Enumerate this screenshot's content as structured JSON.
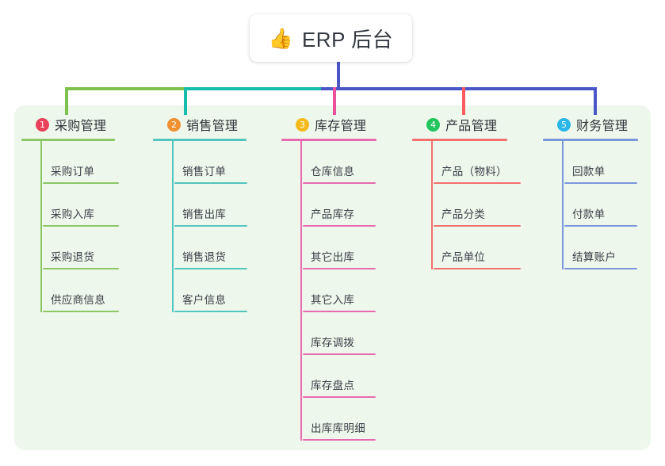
{
  "diagram": {
    "type": "org-tree",
    "root": {
      "icon": "thumbs-up-emoji",
      "icon_glyph": "👍",
      "title": "ERP 后台"
    },
    "panel_background": "#eef7ec",
    "connector_colors": {
      "stem": "#4a56c8",
      "bar_left": "#7fc14d",
      "bar_middle": "#16bcac",
      "bar_right": "#4a56c8",
      "drop_1": "#7fc14d",
      "drop_2": "#16bcac",
      "drop_3": "#ea519d",
      "drop_4": "#fa5a60",
      "drop_5": "#4a56c8"
    },
    "columns": [
      {
        "number": "1",
        "badge_color": "#e8425a",
        "line_color": "#8cc665",
        "label": "采购管理",
        "items": [
          "采购订单",
          "采购入库",
          "采购退货",
          "供应商信息"
        ]
      },
      {
        "number": "2",
        "badge_color": "#f09030",
        "line_color": "#52c5bd",
        "label": "销售管理",
        "items": [
          "销售订单",
          "销售出库",
          "销售退货",
          "客户信息"
        ]
      },
      {
        "number": "3",
        "badge_color": "#f5b91a",
        "line_color": "#e86bb0",
        "label": "库存管理",
        "items": [
          "仓库信息",
          "产品库存",
          "其它出库",
          "其它入库",
          "库存调拨",
          "库存盘点",
          "出库库明细"
        ]
      },
      {
        "number": "4",
        "badge_color": "#22c55e",
        "line_color": "#f4706f",
        "label": "产品管理",
        "items": [
          "产品（物料）",
          "产品分类",
          "产品单位"
        ]
      },
      {
        "number": "5",
        "badge_color": "#29b6e8",
        "line_color": "#7a97db",
        "label": "财务管理",
        "items": [
          "回款单",
          "付款单",
          "结算账户"
        ]
      }
    ]
  }
}
